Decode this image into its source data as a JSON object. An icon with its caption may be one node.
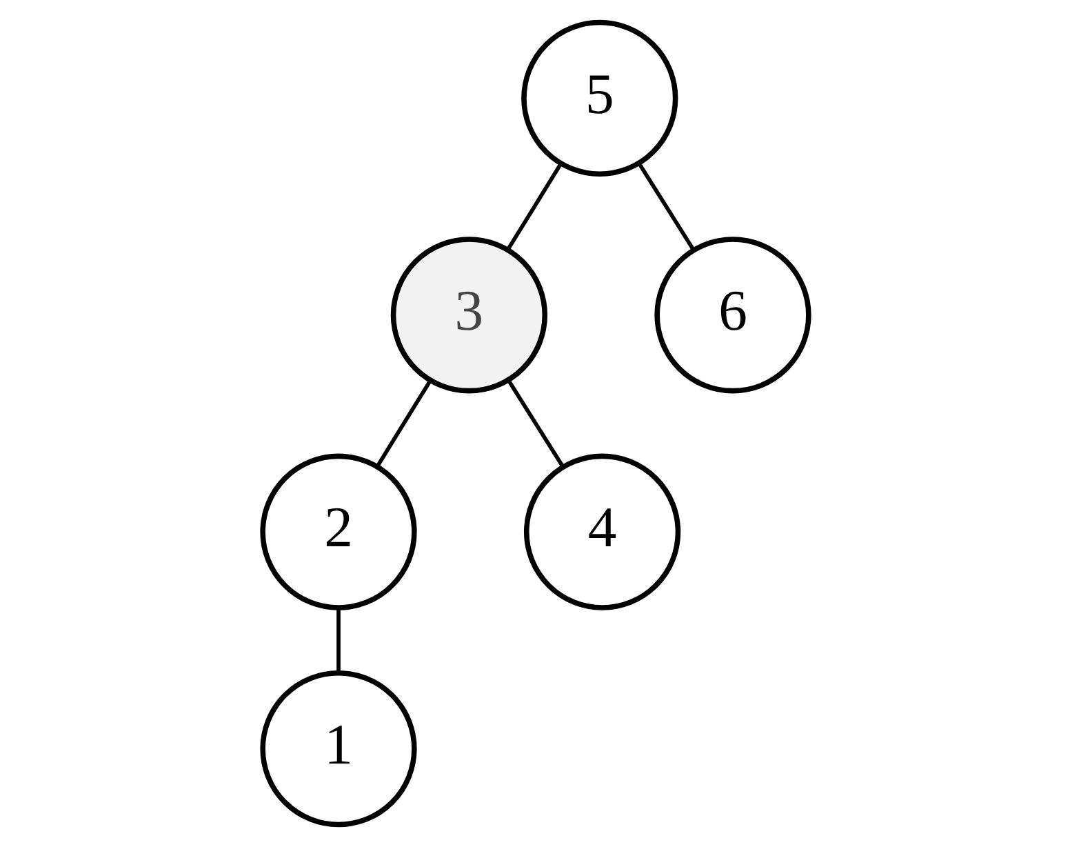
{
  "diagram": {
    "nodes": [
      {
        "text": [
          "5"
        ]
      },
      {
        "text": [
          "3"
        ]
      },
      {
        "text": [
          "6"
        ]
      },
      {
        "text": [
          "2"
        ]
      },
      {
        "text": [
          "4"
        ]
      },
      {
        "text": [
          "1"
        ]
      }
    ],
    "edges": [
      {
        "from": 0,
        "to": 1,
        "arrow": "none"
      },
      {
        "from": 0,
        "to": 2,
        "arrow": "none"
      },
      {
        "from": 1,
        "to": 3,
        "arrow": "none"
      },
      {
        "from": 1,
        "to": 4,
        "arrow": "none"
      },
      {
        "from": 3,
        "to": 5,
        "arrow": "none"
      }
    ]
  }
}
